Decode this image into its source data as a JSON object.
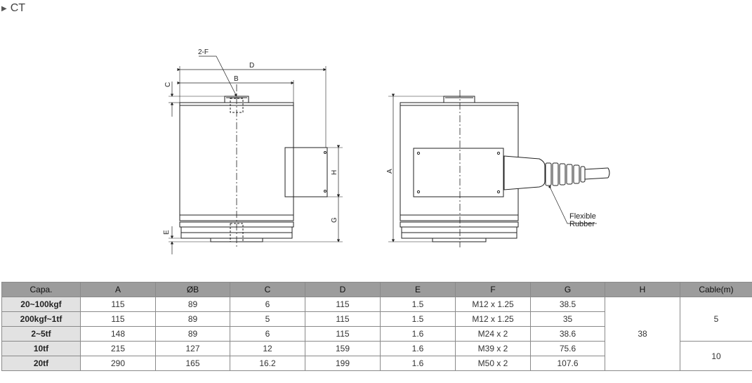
{
  "heading": {
    "marker": "▶",
    "title": "CT"
  },
  "drawing": {
    "labels": {
      "f": "2-F",
      "d": "D",
      "b": "B",
      "c": "C",
      "h": "H",
      "g": "G",
      "e": "E",
      "a": "A"
    },
    "note": {
      "line1": "Flexible",
      "line2": "Rubber"
    }
  },
  "table": {
    "headers": [
      "Capa.",
      "A",
      "ØB",
      "C",
      "D",
      "E",
      "F",
      "G",
      "H",
      "Cable(m)"
    ],
    "rows": [
      {
        "capa": "20~100kgf",
        "a": "115",
        "b": "89",
        "c": "6",
        "d": "115",
        "e": "1.5",
        "f": "M12 x 1.25",
        "g": "38.5"
      },
      {
        "capa": "200kgf~1tf",
        "a": "115",
        "b": "89",
        "c": "5",
        "d": "115",
        "e": "1.5",
        "f": "M12 x 1.25",
        "g": "35"
      },
      {
        "capa": "2~5tf",
        "a": "148",
        "b": "89",
        "c": "6",
        "d": "115",
        "e": "1.6",
        "f": "M24 x 2",
        "g": "38.6"
      },
      {
        "capa": "10tf",
        "a": "215",
        "b": "127",
        "c": "12",
        "d": "159",
        "e": "1.6",
        "f": "M39 x 2",
        "g": "75.6"
      },
      {
        "capa": "20tf",
        "a": "290",
        "b": "165",
        "c": "16.2",
        "d": "199",
        "e": "1.6",
        "f": "M50 x 2",
        "g": "107.6"
      }
    ],
    "h_value": "38",
    "cable_small": "5",
    "cable_large": "10"
  }
}
